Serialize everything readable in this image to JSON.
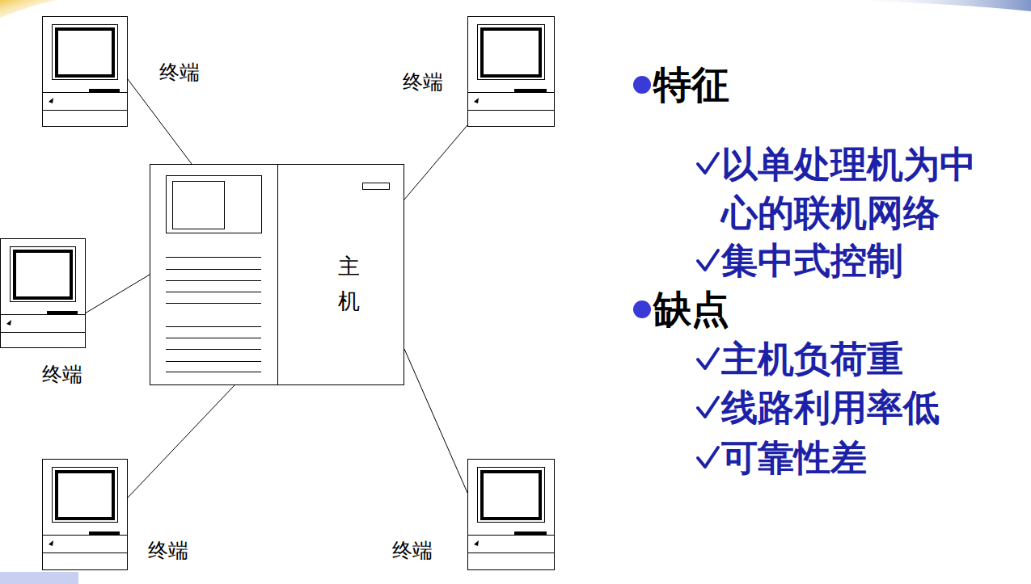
{
  "diagram": {
    "nodes": [
      {
        "text": [
          "终端"
        ]
      },
      {
        "text": [
          "终端"
        ]
      },
      {
        "text": [
          "终端"
        ]
      },
      {
        "text": [
          "主机"
        ]
      },
      {
        "text": [
          "终端"
        ]
      },
      {
        "text": [
          "终端"
        ]
      }
    ],
    "edges": [
      {
        "from": 3,
        "to": 0,
        "arrow": "none"
      },
      {
        "from": 3,
        "to": 1,
        "arrow": "none"
      },
      {
        "from": 3,
        "to": 2,
        "arrow": "none"
      },
      {
        "from": 3,
        "to": 4,
        "arrow": "none"
      },
      {
        "from": 3,
        "to": 5,
        "arrow": "none"
      }
    ],
    "labels": [
      "特征",
      "以单处理机为中心的联机网络",
      "集中式控制",
      "缺点",
      "主机负荷重",
      "线路利用率低",
      "可靠性差"
    ]
  }
}
